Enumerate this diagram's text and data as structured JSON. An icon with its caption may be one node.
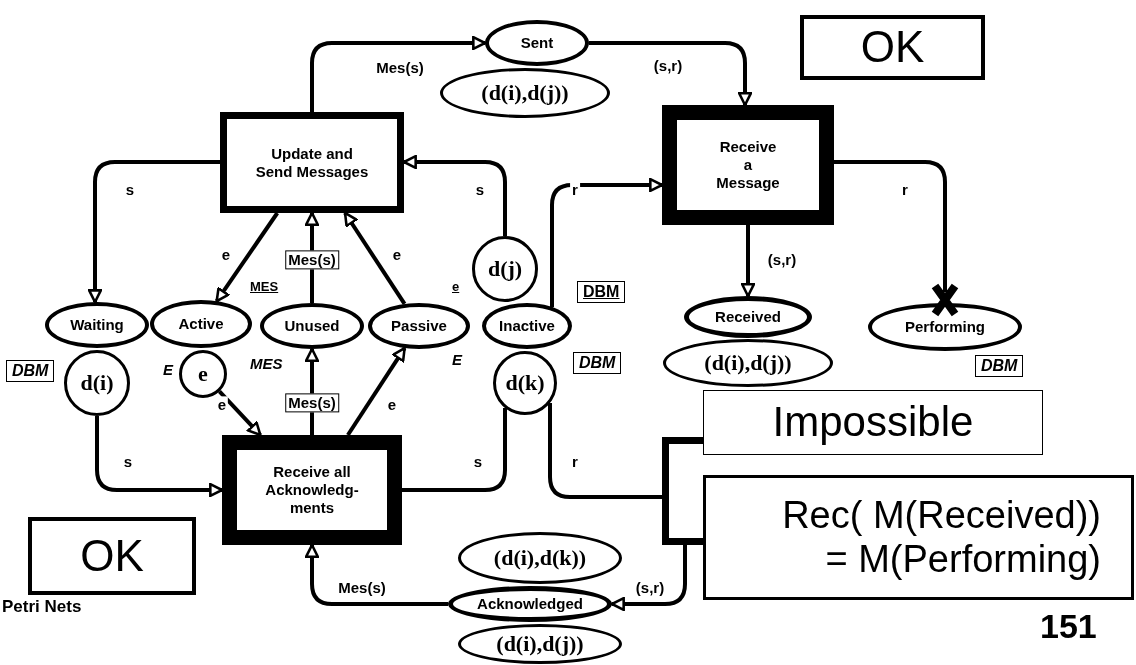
{
  "diagram": {
    "nodes": [
      {
        "text": [
          "Update and Send Messages"
        ]
      },
      {
        "text": [
          "Receive a Message"
        ]
      },
      {
        "text": [
          "Receive all Acknowledg- ments"
        ]
      },
      {
        "text": [],
        "shape": "box"
      },
      {
        "text": [
          "Sent"
        ]
      },
      {
        "text": [
          "(d(i),d(j))"
        ]
      },
      {
        "text": [
          "Waiting"
        ]
      },
      {
        "text": [
          "d(i)"
        ]
      },
      {
        "text": [
          "Active"
        ]
      },
      {
        "text": [
          "e"
        ]
      },
      {
        "text": [
          "Unused"
        ]
      },
      {
        "text": [
          "Passive"
        ]
      },
      {
        "text": [
          "Inactive"
        ]
      },
      {
        "text": [
          "d(j)"
        ]
      },
      {
        "text": [
          "d(k)"
        ]
      },
      {
        "text": [
          "Received"
        ]
      },
      {
        "text": [
          "(d(i),d(j))"
        ]
      },
      {
        "text": [
          "Performing"
        ]
      },
      {
        "text": [
          "Acknowledged"
        ]
      },
      {
        "text": [
          "(d(i),d(k))"
        ]
      },
      {
        "text": [
          "(d(i),d(j))"
        ]
      },
      {
        "text": [
          "OK"
        ]
      },
      {
        "text": [
          "OK"
        ]
      },
      {
        "text": [
          "Impossible"
        ]
      },
      {
        "text": [
          "Rec( M(Received)) = M(Performing)"
        ]
      }
    ],
    "edges": [
      {
        "from": 0,
        "to": 4,
        "arrow": "to",
        "label": "Mes(s)"
      },
      {
        "from": 4,
        "to": 1,
        "arrow": "to",
        "label": "(s,r)"
      },
      {
        "from": 0,
        "to": 6,
        "arrow": "to",
        "label": "s"
      },
      {
        "from": 0,
        "to": 8,
        "arrow": "to",
        "label": "e"
      },
      {
        "from": 10,
        "to": 0,
        "arrow": "to",
        "label": "Mes(s)"
      },
      {
        "from": 11,
        "to": 0,
        "arrow": "to",
        "label": "e"
      },
      {
        "from": 13,
        "to": 0,
        "arrow": "to",
        "label": "s"
      },
      {
        "from": 12,
        "to": 1,
        "arrow": "to",
        "label": "r"
      },
      {
        "from": 1,
        "to": 15,
        "arrow": "to",
        "label": "(s,r)"
      },
      {
        "from": 1,
        "to": 17,
        "arrow": "to",
        "label": "r"
      },
      {
        "from": 2,
        "to": 10,
        "arrow": "to",
        "label": "Mes(s)"
      },
      {
        "from": 2,
        "to": 11,
        "arrow": "to",
        "label": "e"
      },
      {
        "from": 9,
        "to": 2,
        "arrow": "to",
        "label": "e"
      },
      {
        "from": 7,
        "to": 2,
        "arrow": "to",
        "label": "s"
      },
      {
        "from": 2,
        "to": 14,
        "arrow": "none",
        "label": "s"
      },
      {
        "from": 14,
        "to": 3,
        "arrow": "none",
        "label": "r"
      },
      {
        "from": 3,
        "to": 18,
        "arrow": "to",
        "label": "(s,r)"
      },
      {
        "from": 18,
        "to": 2,
        "arrow": "to",
        "label": "Mes(s)"
      }
    ],
    "labels": [
      "MES",
      "e",
      "DBM",
      "DBM",
      "E",
      "MES",
      "E",
      "DBM",
      "DBM",
      "Petri Nets",
      "151"
    ]
  }
}
